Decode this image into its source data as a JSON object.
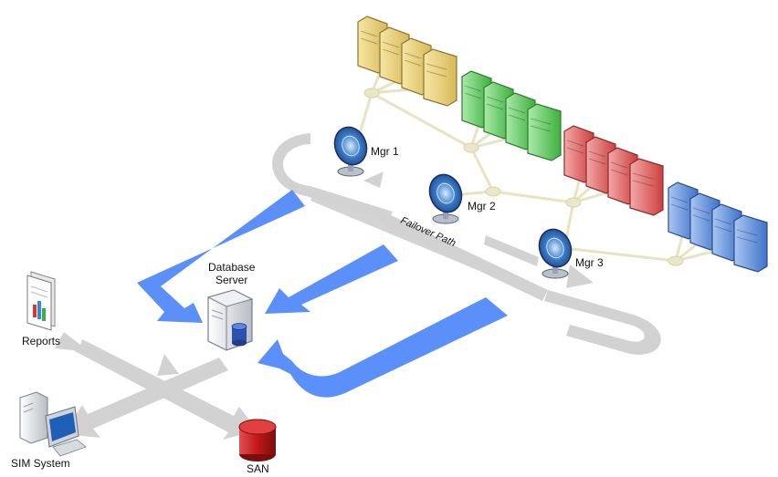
{
  "labels": {
    "mgr1": "Mgr 1",
    "mgr2": "Mgr 2",
    "mgr3": "Mgr 3",
    "failover_path": "Failover Path",
    "database_server_line1": "Database",
    "database_server_line2": "Server",
    "reports": "Reports",
    "sim_system": "SIM System",
    "san": "SAN"
  },
  "colors": {
    "yellow_cluster": "#e8cf72",
    "green_cluster": "#5fcf5f",
    "red_cluster": "#e66a6a",
    "blue_cluster": "#5f93e0",
    "flow_blue": "#5b8ff9",
    "flow_gray": "#d4d4d4",
    "network_node": "#ebe6c8"
  },
  "icons": [
    "server-cluster-icon",
    "satellite-dish-icon",
    "database-server-icon",
    "report-document-icon",
    "workstation-icon",
    "disk-storage-icon"
  ]
}
